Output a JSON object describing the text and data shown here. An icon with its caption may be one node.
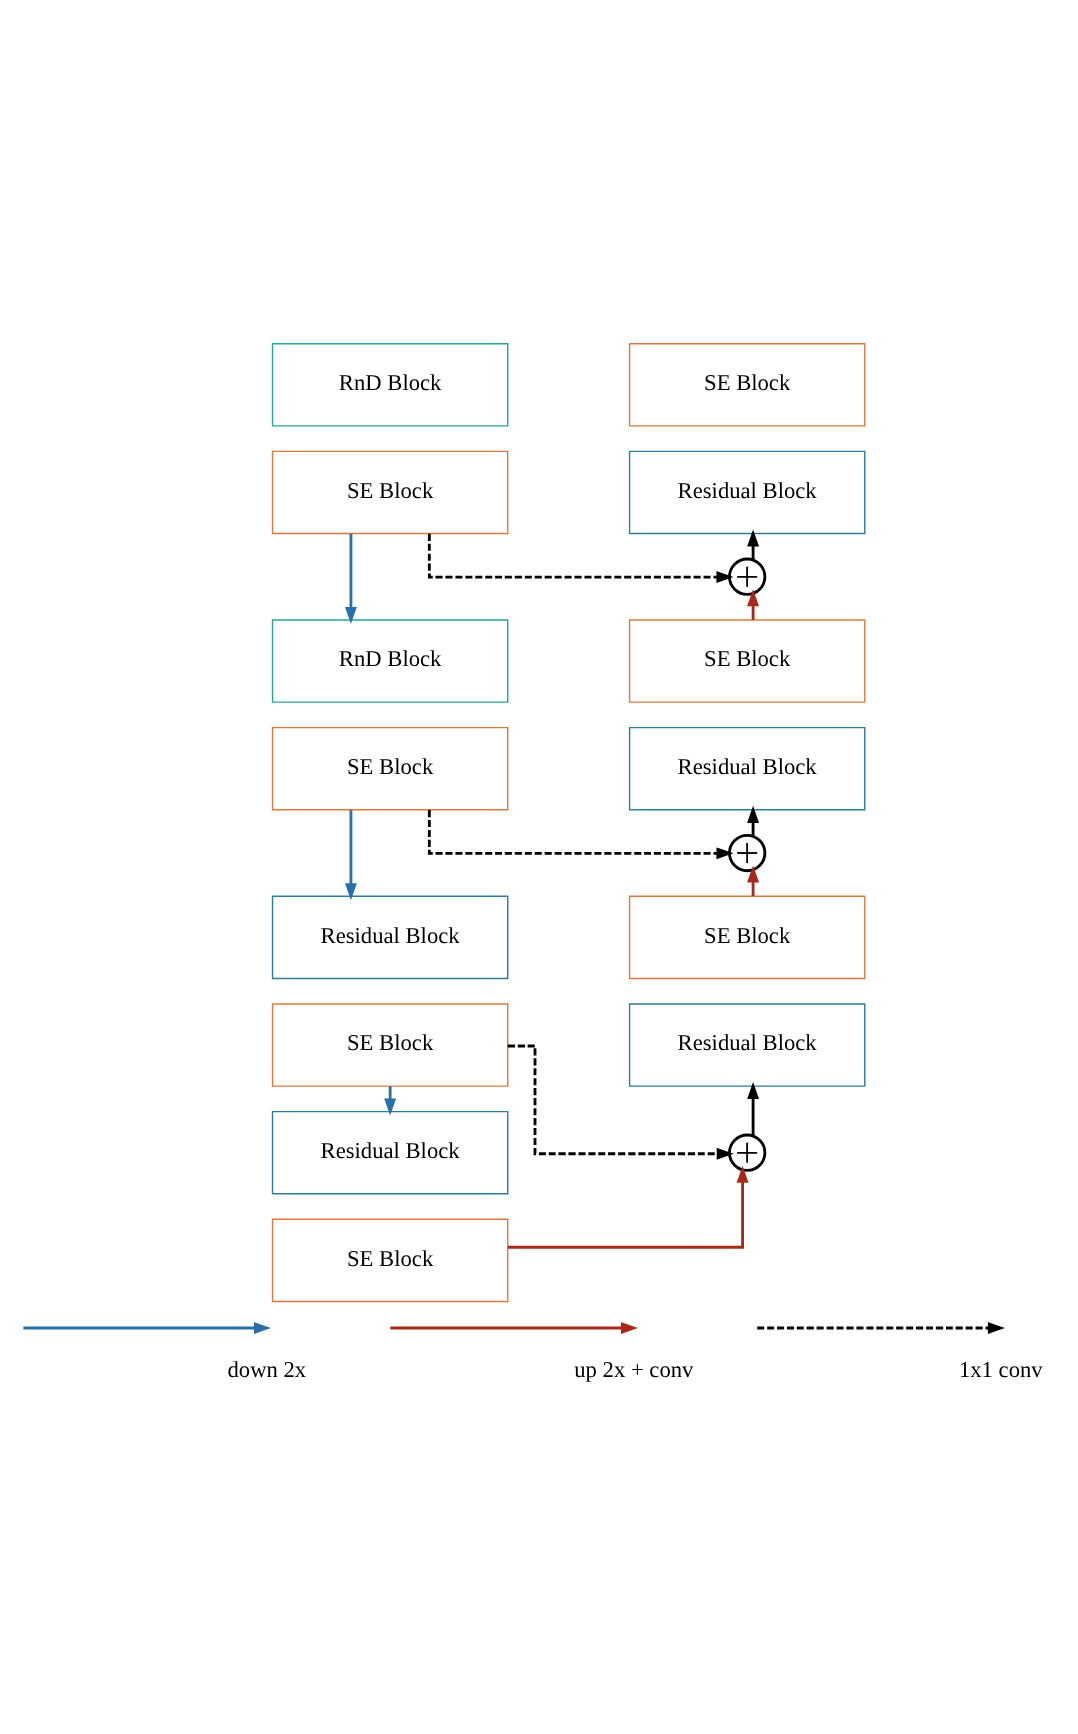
{
  "diagram": {
    "nodes": [
      {
        "text": [
          "RnD Block"
        ]
      },
      {
        "text": [
          "SE Block"
        ]
      },
      {
        "text": [
          "SE Block"
        ]
      },
      {
        "text": [
          "Residual Block"
        ]
      },
      {
        "text": [],
        "shape": "circle"
      },
      {
        "text": [
          "RnD Block"
        ]
      },
      {
        "text": [
          "SE Block"
        ]
      },
      {
        "text": [
          "SE Block"
        ]
      },
      {
        "text": [
          "Residual Block"
        ]
      },
      {
        "text": [],
        "shape": "circle"
      },
      {
        "text": [
          "Residual Block"
        ]
      },
      {
        "text": [
          "SE Block"
        ]
      },
      {
        "text": [
          "SE Block"
        ]
      },
      {
        "text": [
          "Residual Block"
        ]
      },
      {
        "text": [],
        "shape": "circle"
      },
      {
        "text": [
          "Residual Block"
        ]
      },
      {
        "text": [
          "SE Block"
        ]
      }
    ],
    "edges": [
      {
        "from": 2,
        "to": 5,
        "arrow": "to",
        "color": "#2a6fa8"
      },
      {
        "from": 2,
        "to": 4,
        "arrow": "to",
        "style": "dashed"
      },
      {
        "from": 4,
        "to": 3,
        "arrow": "to"
      },
      {
        "from": 6,
        "to": 4,
        "arrow": "to",
        "color": "#a8281a"
      },
      {
        "from": 7,
        "to": 10,
        "arrow": "to",
        "color": "#2a6fa8"
      },
      {
        "from": 7,
        "to": 9,
        "arrow": "to",
        "style": "dashed"
      },
      {
        "from": 9,
        "to": 8,
        "arrow": "to"
      },
      {
        "from": 11,
        "to": 9,
        "arrow": "to",
        "color": "#a8281a"
      },
      {
        "from": 12,
        "to": 15,
        "arrow": "to",
        "color": "#2a6fa8"
      },
      {
        "from": 12,
        "to": 14,
        "arrow": "to",
        "style": "dashed"
      },
      {
        "from": 14,
        "to": 13,
        "arrow": "to"
      },
      {
        "from": 16,
        "to": 14,
        "arrow": "to",
        "color": "#a8281a"
      }
    ],
    "legend": [
      {
        "text": "down 2x"
      },
      {
        "text": "up 2x + conv"
      },
      {
        "text": "1x1 conv"
      }
    ]
  }
}
